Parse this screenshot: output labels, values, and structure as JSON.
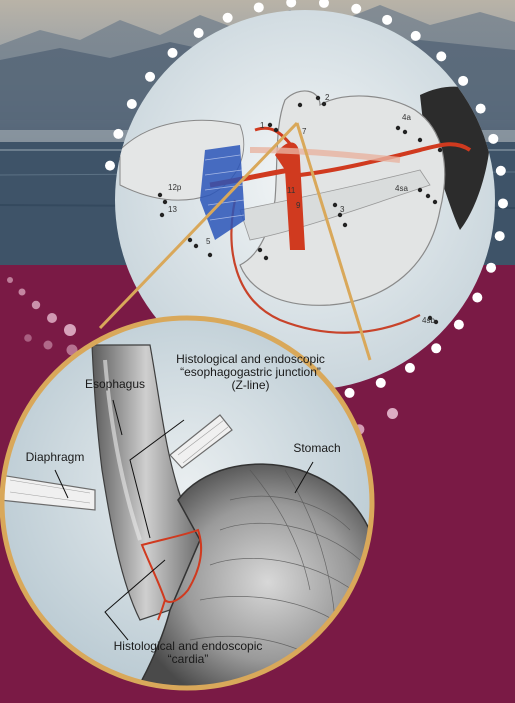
{
  "labels": {
    "zline": [
      "Histological and endoscopic",
      "“esophagogastric junction”",
      "(Z-line)"
    ],
    "esophagus": "Esophagus",
    "diaphragm": "Diaphragm",
    "stomach": "Stomach",
    "cardia": [
      "Histological and endoscopic",
      "“cardia”"
    ]
  },
  "node_numbers": [
    "1",
    "2",
    "3",
    "4a",
    "4sa",
    "4sb",
    "5",
    "7",
    "9",
    "11",
    "12p",
    "13"
  ],
  "colors": {
    "background": "#7a1a45",
    "frame": "#d9a85a",
    "artery": "#d03a1f",
    "lymph_nodes": "#2a55b8",
    "panel": "#c9d6dc"
  }
}
